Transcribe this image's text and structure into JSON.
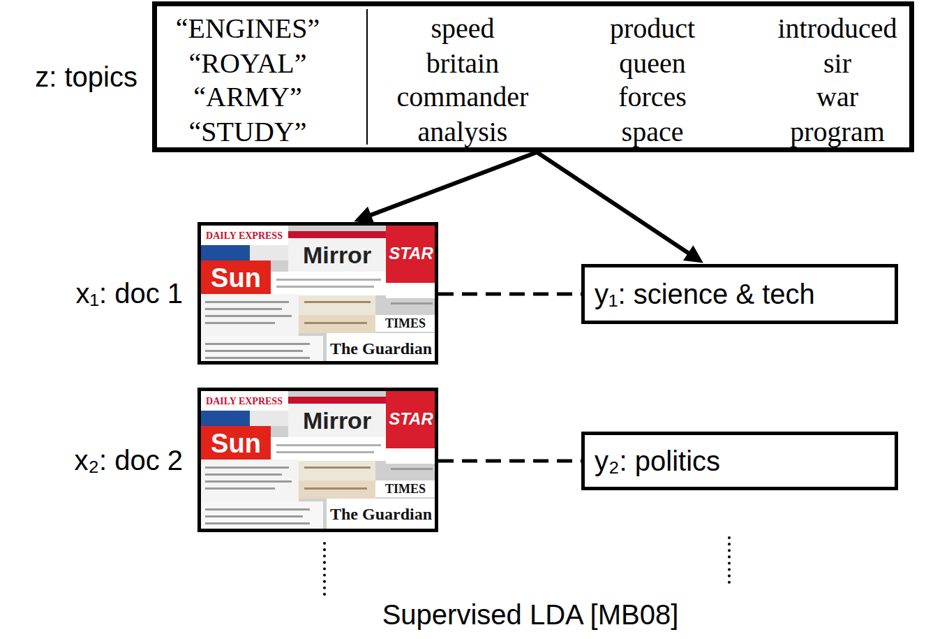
{
  "diagram": {
    "caption": "Supervised LDA [MB08]",
    "nodes": [
      {
        "text": [
          "z: topics",
          "“ENGINES”",
          "speed",
          "product",
          "introduced",
          "“ROYAL”",
          "britain",
          "queen",
          "sir",
          "“ARMY”",
          "commander",
          "forces",
          "war",
          "“STUDY”",
          "analysis",
          "space",
          "program"
        ]
      },
      {
        "text": [
          "x₁: doc 1"
        ]
      },
      {
        "text": [
          "y₁: science & tech"
        ]
      },
      {
        "text": [
          "x₂: doc 2"
        ]
      },
      {
        "text": [
          "y₂: politics"
        ]
      }
    ],
    "edges": [
      {
        "from": 0,
        "to": 1,
        "arrow": "to"
      },
      {
        "from": 0,
        "to": 2,
        "arrow": "to"
      },
      {
        "from": 1,
        "to": 2,
        "arrow": "none"
      },
      {
        "from": 3,
        "to": 4,
        "arrow": "none"
      }
    ],
    "labels": [
      "DAILY EXPRESS",
      "Mirror",
      "STAR",
      "Sun",
      "TIMES",
      "The Guardian",
      "DAILY EXPRESS",
      "Mirror",
      "STAR",
      "Sun",
      "TIMES",
      "The Guardian"
    ]
  }
}
